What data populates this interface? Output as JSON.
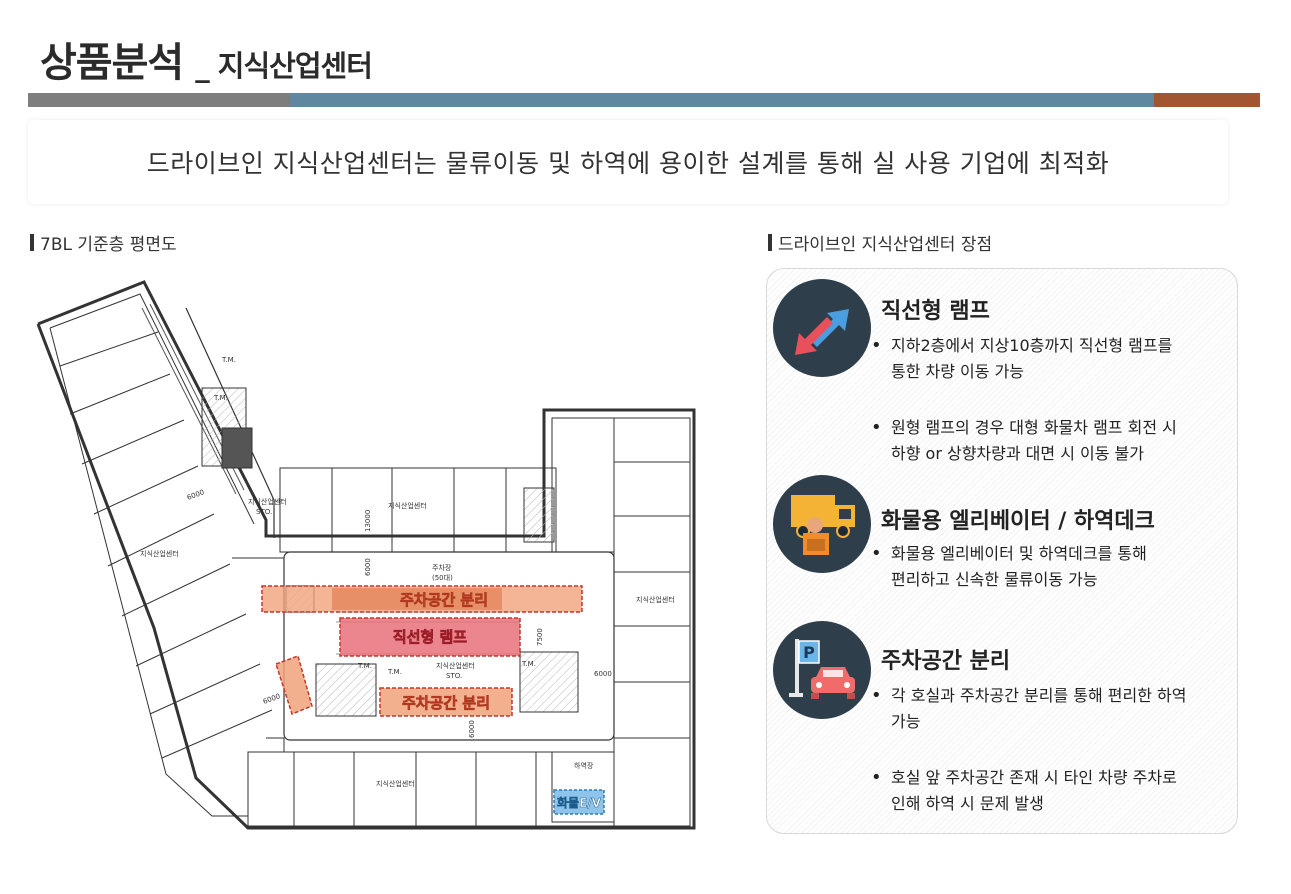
{
  "header": {
    "title_main": "상품분석",
    "title_sub": "_ 지식산업센터"
  },
  "headline": "드라이브인 지식산업센터는 물류이동 및 하역에 용이한 설계를 통해 실 사용 기업에 최적화",
  "left_section": {
    "label": "7BL 기준층 평면도",
    "plan": {
      "unit_label_top": "지식산업센터",
      "unit_label_left": "지식산업센터",
      "unit_label_right": "지식산업센터",
      "unit_label_bottom": "지식산업센터",
      "core_label_1": "지식산업센터",
      "core_label_1b": "STO.",
      "core_label_2": "지식산업센터",
      "core_label_2b": "STO.",
      "parking_label": "주차장",
      "parking_count": "(50대)",
      "dim_6000_a": "6000",
      "dim_6000_b": "6000",
      "dim_6000_c": "6000",
      "dim_6000_d": "6000",
      "dim_6000_e": "6000",
      "dim_13000": "13000",
      "dim_7500": "7500",
      "loading_label": "하역장",
      "tag_parking_top": "주차공간 분리",
      "tag_ramp": "직선형 램프",
      "tag_parking_bottom": "주차공간 분리",
      "tag_freight_ev": "화물E/V",
      "room_tm1": "T.M.",
      "room_tm2": "T.M.",
      "room_tm3": "T.M.",
      "room_tm4": "T.M.",
      "room_tm5": "T.M."
    }
  },
  "right_section": {
    "label": "드라이브인 지식산업센터 장점",
    "features": [
      {
        "title": "직선형 램프",
        "icon": "two-way-arrows-icon",
        "bullets": [
          [
            "지하2층에서 지상10층까지 직선형 램프를",
            "통한 차량 이동 가능"
          ],
          [
            "원형 램프의 경우 대형 화물차 램프 회전 시",
            "하향 or 상향차량과 대면 시 이동 불가"
          ]
        ]
      },
      {
        "title": "화물용 엘리베이터 / 하역데크",
        "icon": "delivery-truck-icon",
        "bullets": [
          [
            "화물용 엘리베이터 및 하역데크를 통해",
            "편리하고 신속한 물류이동 가능"
          ]
        ]
      },
      {
        "title": "주차공간 분리",
        "icon": "parking-car-icon",
        "bullets": [
          [
            "각 호실과 주차공간 분리를 통해 편리한 하역",
            "가능"
          ],
          [
            "호실 앞 주차공간 존재 시 타인 차량 주차로",
            "인해 하역 시 문제 발생"
          ]
        ]
      }
    ]
  },
  "colors": {
    "bar_gray": "#7d7d7d",
    "bar_blue": "#5e87a0",
    "bar_brown": "#a25530",
    "icon_bg": "#2f3e4b",
    "tag_fill": "#e88a5b",
    "tag_border": "#c0392b"
  }
}
